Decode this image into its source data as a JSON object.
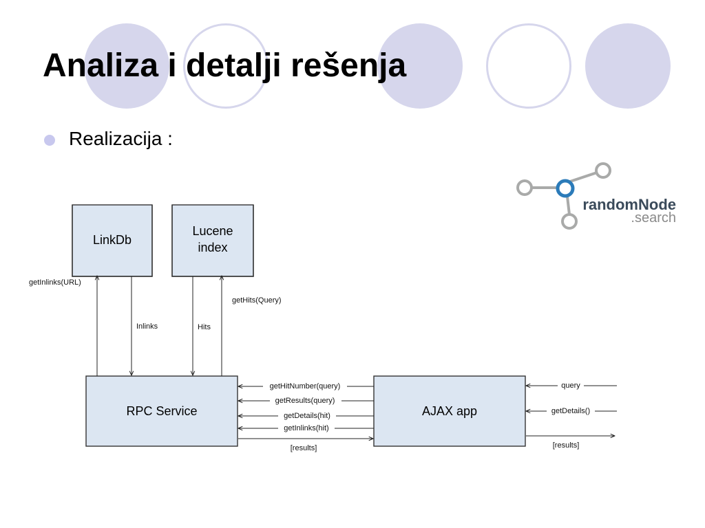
{
  "slide": {
    "title": "Analiza i detalji rešenja",
    "bullet": "Realizacija :"
  },
  "logo": {
    "name_main": "randomNode",
    "name_sub": ".search",
    "colors": {
      "node": "#a9aaa9",
      "hub": "#2b7bb9",
      "text": "#3a4a5a",
      "sub_text": "#8a8a8a"
    }
  },
  "diagram": {
    "boxes": {
      "linkdb": "LinkDb",
      "lucene_line1": "Lucene",
      "lucene_line2": "index",
      "rpc": "RPC Service",
      "ajax": "AJAX app"
    },
    "edges": {
      "get_inlinks_url": "getInlinks(URL)",
      "inlinks": "Inlinks",
      "hits": "Hits",
      "get_hits_query": "getHits(Query)",
      "get_hit_number": "getHitNumber(query)",
      "get_results": "getResults(query)",
      "get_details_hit": "getDetails(hit)",
      "get_inlinks_hit": "getInlinks(hit)",
      "results_left": "[results]",
      "query_in": "query",
      "get_details_in": "getDetails()",
      "results_out": "[results]"
    }
  },
  "theme": {
    "circle_fill": "#d6d6ec",
    "box_fill": "#dce6f2",
    "bullet": "#c8c8ee"
  }
}
